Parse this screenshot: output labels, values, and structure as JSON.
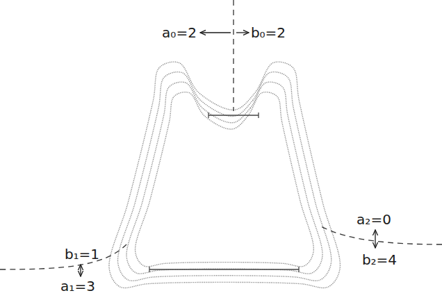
{
  "diagram": {
    "labels": [
      "a₀=2",
      "b₀=2",
      "b₁=1",
      "a₁=3",
      "a₂=0",
      "b₂=4"
    ]
  }
}
